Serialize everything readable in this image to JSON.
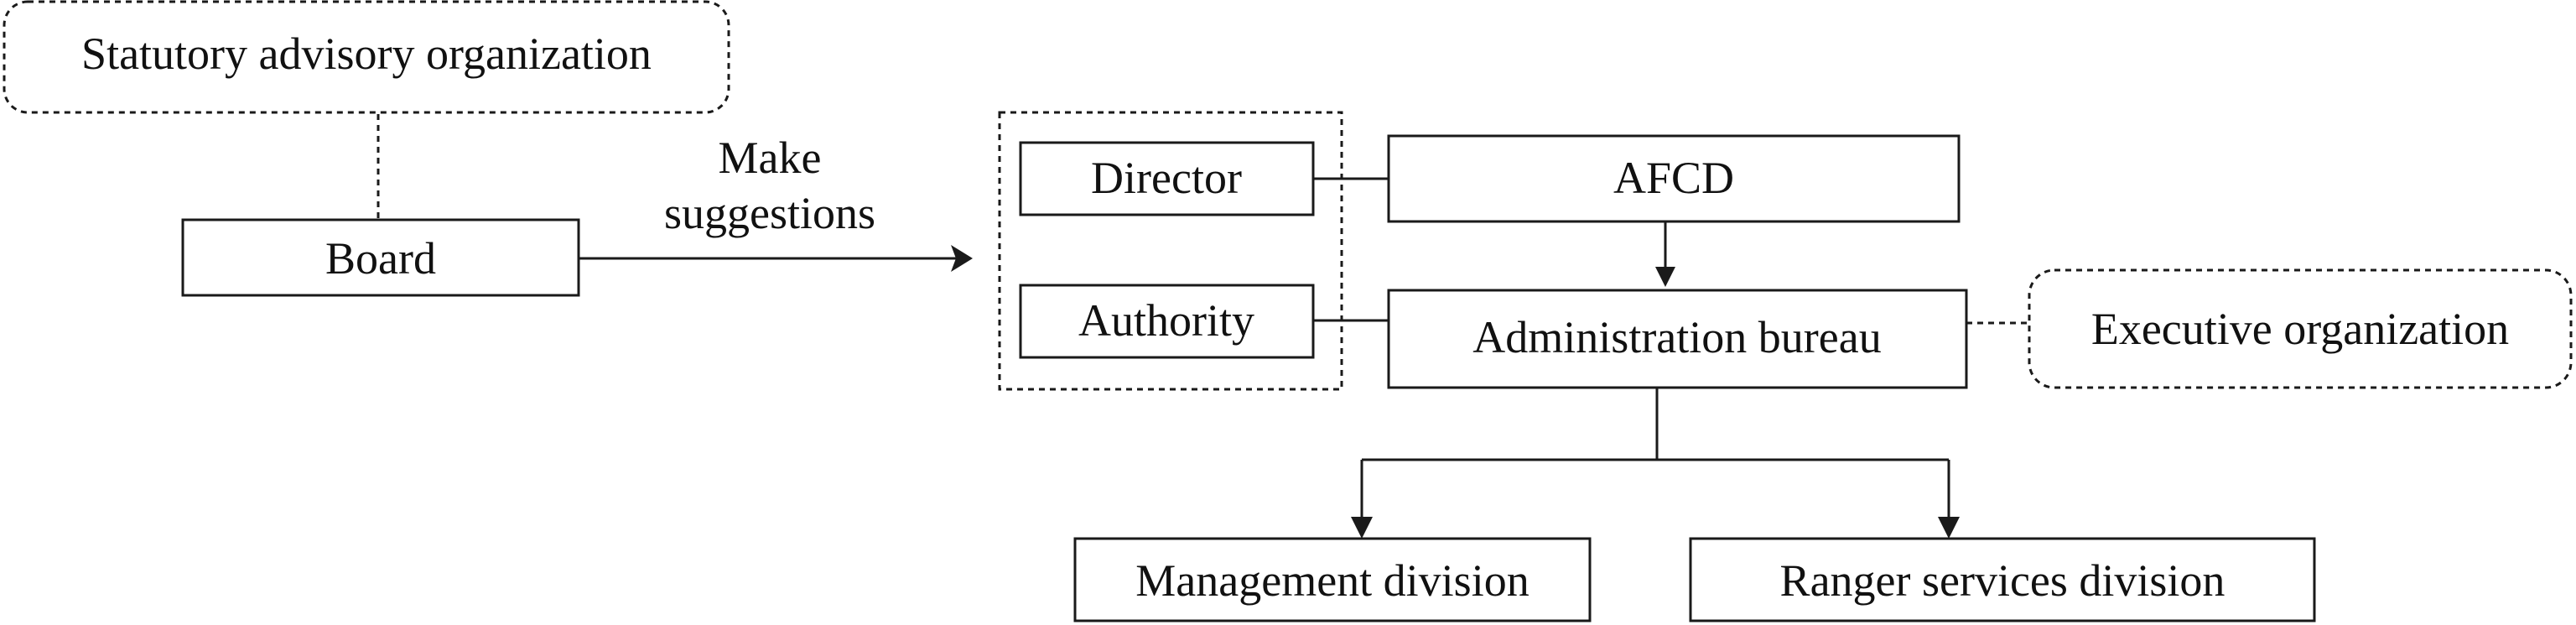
{
  "diagram": {
    "nodes": {
      "statutory": "Statutory advisory organization",
      "board": "Board",
      "director": "Director",
      "authority": "Authority",
      "afcd": "AFCD",
      "admin": "Administration bureau",
      "executive": "Executive organization",
      "management": "Management division",
      "ranger": "Ranger services division"
    },
    "edge_label": {
      "line1": "Make",
      "line2": "suggestions"
    }
  }
}
